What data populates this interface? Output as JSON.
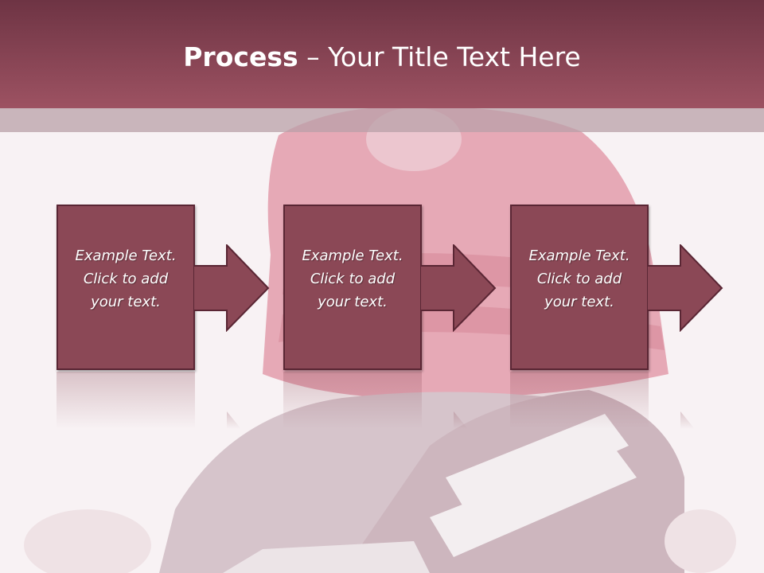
{
  "slide": {
    "title_bold": "Process",
    "title_rest": " – Your Title Text Here"
  },
  "steps": [
    {
      "lines": [
        "Example Text.",
        "Click  to add",
        "your text."
      ]
    },
    {
      "lines": [
        "Example Text.",
        "Click  to add",
        "your text."
      ]
    },
    {
      "lines": [
        "Example Text.",
        "Click  to add",
        "your text."
      ]
    }
  ],
  "colors": {
    "title_bar_top": "#6e3444",
    "title_bar_bottom": "#9d5262",
    "step_fill": "#8b4856",
    "step_border": "#5a2634"
  },
  "icons": [
    "arrow-right-icon"
  ]
}
